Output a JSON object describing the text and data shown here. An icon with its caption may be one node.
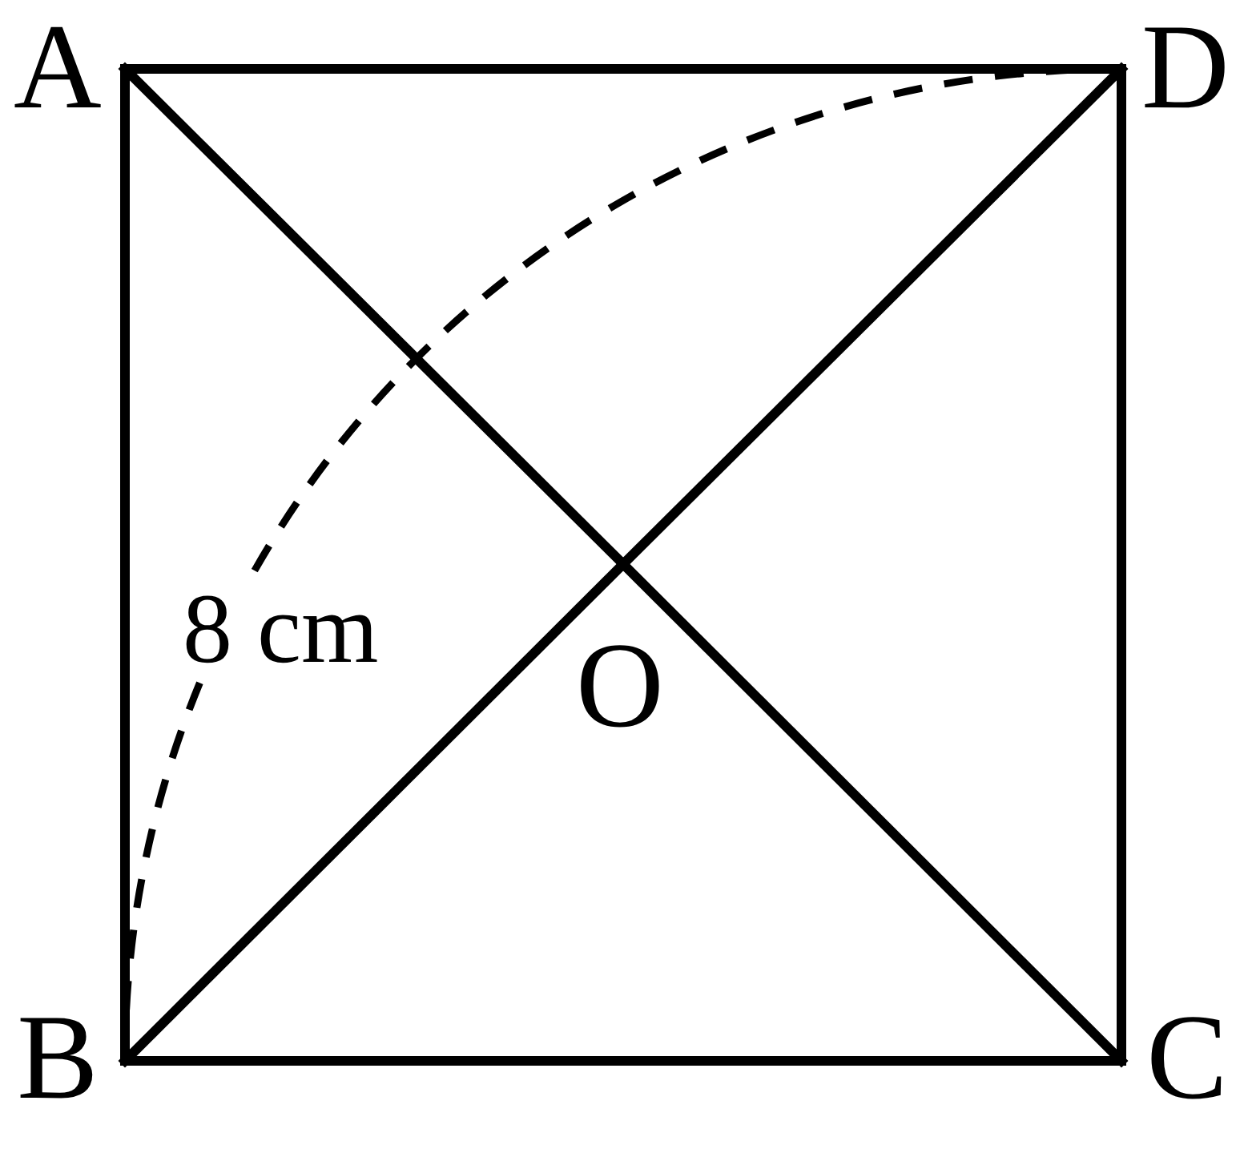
{
  "diagram": {
    "nodes": [
      {
        "text": [
          "A"
        ]
      },
      {
        "text": [
          "D"
        ]
      },
      {
        "text": [
          "O"
        ]
      },
      {
        "text": [
          "B"
        ]
      },
      {
        "text": [
          "C"
        ]
      }
    ],
    "edges": [
      {
        "from": 0,
        "to": 1,
        "arrow": "none"
      },
      {
        "from": 0,
        "to": 3,
        "arrow": "none"
      },
      {
        "from": 3,
        "to": 4,
        "arrow": "none"
      },
      {
        "from": 1,
        "to": 4,
        "arrow": "none"
      },
      {
        "from": 0,
        "to": 2,
        "arrow": "none"
      },
      {
        "from": 2,
        "to": 4,
        "arrow": "none"
      },
      {
        "from": 3,
        "to": 2,
        "arrow": "none"
      },
      {
        "from": 2,
        "to": 1,
        "arrow": "none"
      },
      {
        "from": 3,
        "to": 1,
        "arrow": "none",
        "style": "dashed",
        "label": "8 cm"
      }
    ]
  }
}
